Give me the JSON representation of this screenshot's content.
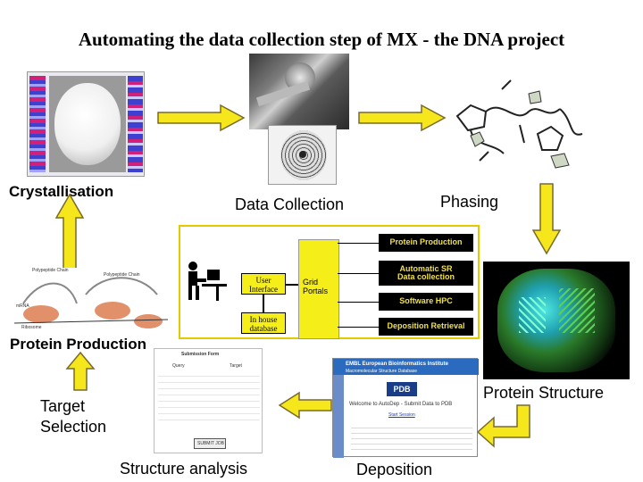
{
  "title": "Automating the data collection step of MX - the DNA project",
  "labels": {
    "crystallisation": "Crystallisation",
    "data_collection": "Data Collection",
    "phasing": "Phasing",
    "protein_production": "Protein Production",
    "protein_structure": "Protein Structure",
    "target_selection": "Target\nSelection",
    "structure_analysis": "Structure analysis",
    "deposition": "Deposition"
  },
  "hub": {
    "user_interface": "User\nInterface",
    "grid_portals": "Grid\nPortals",
    "in_house_database": "In house\ndatabase",
    "services": [
      "Protein Production",
      "Automatic SR\nData collection",
      "Software HPC",
      "Deposition Retrieval"
    ]
  },
  "pathway": {
    "polypeptide_left": "Polypeptide Chain",
    "polypeptide_right": "Polypeptide Chain",
    "ribosome": "Ribosome",
    "mrna": "mRNA"
  },
  "deposition_screen": {
    "header": "EMBL European Bioinformatics Institute",
    "subheader": "Macromolecular Structure Database",
    "pdb": "PDB",
    "welcome": "Welcome to AutoDep - Submit Data to PDB",
    "start": "Start Session"
  },
  "query_form": {
    "title": "Submission Form",
    "col_query": "Query",
    "col_target": "Target",
    "submit": "SUBMIT JOB"
  },
  "colors": {
    "arrow_fill": "#f6e61c",
    "arrow_stroke": "#7a6a2a",
    "hub_yellow": "#f6ee18",
    "service_box": "#000000",
    "service_text": "#f0e04a"
  }
}
